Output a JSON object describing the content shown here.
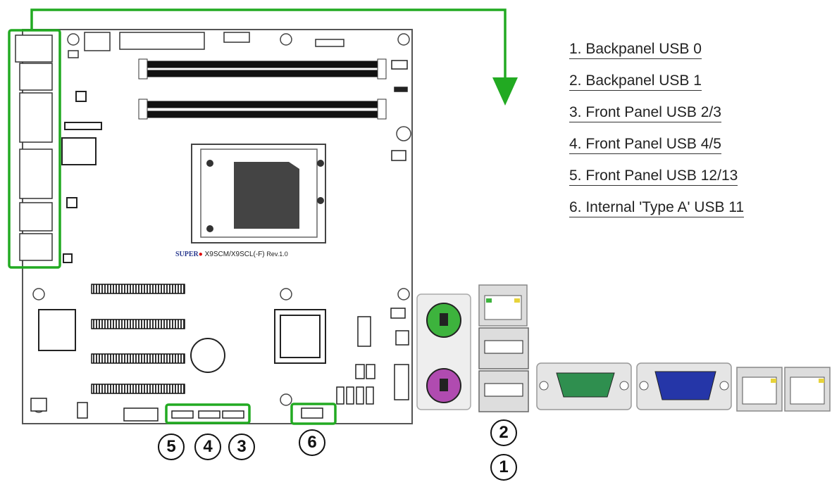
{
  "legend": [
    {
      "label": "1. Backpanel USB 0"
    },
    {
      "label": "2. Backpanel USB 1"
    },
    {
      "label": "3. Front Panel USB 2/3"
    },
    {
      "label": "4. Front Panel USB 4/5"
    },
    {
      "label": "5. Front Panel USB 12/13"
    },
    {
      "label": "6. Internal 'Type A' USB 11"
    }
  ],
  "board": {
    "brand": "SUPER",
    "model": "X9SCM/X9SCL(-F)",
    "revision": "Rev.1.0"
  },
  "callouts": {
    "c5": "5",
    "c4": "4",
    "c3": "3",
    "c6": "6",
    "c2": "2",
    "c1": "1"
  },
  "colors": {
    "highlight": "#22aa22",
    "board_outline": "#555555",
    "ps2_keyboard": "#3db33d",
    "ps2_mouse": "#b04bb0",
    "serial": "#2f8f4f",
    "vga": "#2536a8"
  }
}
